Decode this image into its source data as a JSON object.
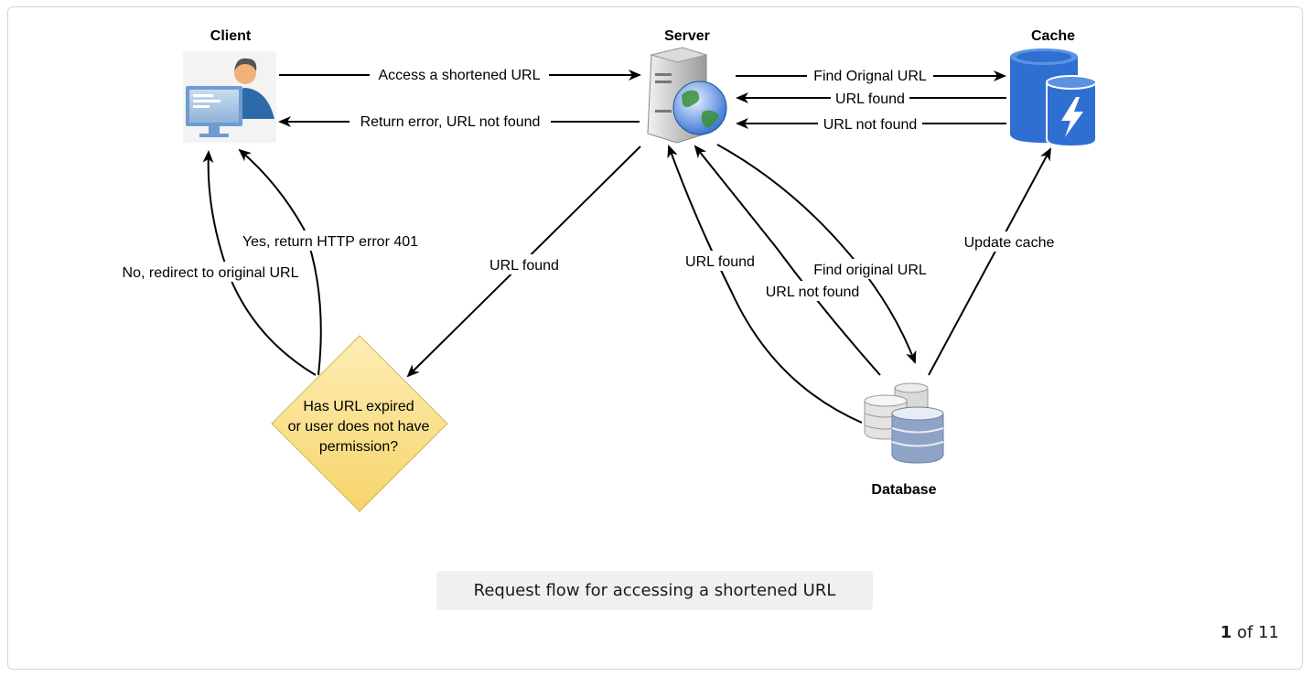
{
  "nodes": {
    "client": "Client",
    "server": "Server",
    "cache": "Cache",
    "database": "Database",
    "decision": [
      "Has URL expired",
      "or user does not have",
      "permission?"
    ]
  },
  "edges": {
    "access": "Access a shortened URL",
    "return_error": "Return error, URL not found",
    "find_orignal": "Find Orignal URL",
    "cache_found": "URL found",
    "cache_not_found": "URL not found",
    "server_found": "URL found",
    "yes_401": "Yes, return HTTP error 401",
    "no_redirect": "No, redirect to original URL",
    "db_found": "URL found",
    "find_original": "Find original URL",
    "db_not_found": "URL not found",
    "update_cache": "Update cache"
  },
  "caption": "Request flow for accessing a shortened URL",
  "pager": {
    "current": "1",
    "of": "of",
    "total": "11"
  },
  "colors": {
    "decision_fill": "#fce49a",
    "decision_stroke": "#d6b656",
    "cache_blue": "#2f6fd1",
    "db_blue": "#8fa3c7"
  }
}
